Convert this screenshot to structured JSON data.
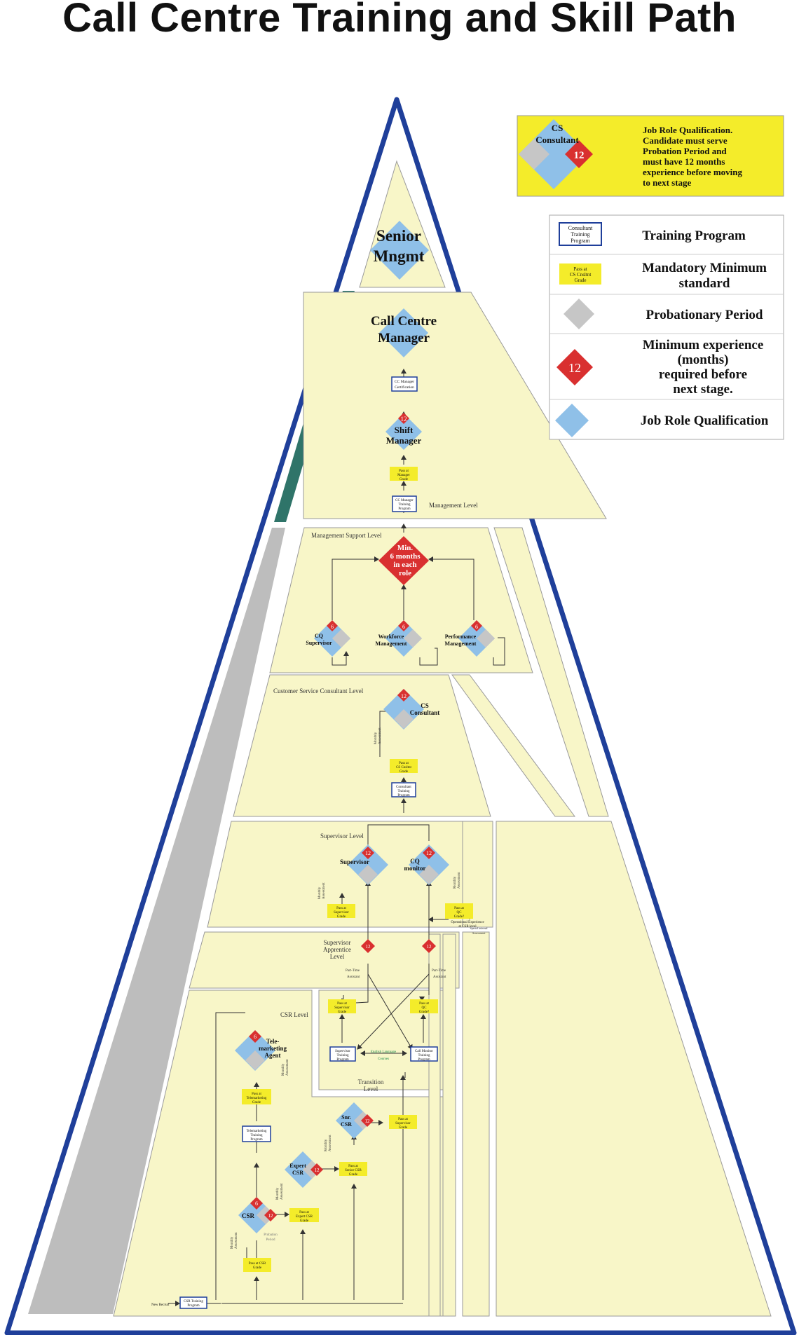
{
  "title": "Call Centre Training and Skill Path",
  "colors": {
    "outline": "#1f3f9a",
    "tier_fill": "#f8f6c8",
    "qualification": "#8fc0e8",
    "experience": "#d93030",
    "probation": "#c6c6c6",
    "standard": "#f4ec2a",
    "management_band": "#2f7469",
    "support_band": "#bdbdbd"
  },
  "key_box": {
    "role_line1": "CS",
    "role_line2": "Consultant",
    "months": "12",
    "description_lines": [
      "Job Role Qualification.",
      "Candidate must serve",
      "Probation Period and",
      "must have 12 months",
      "experience before moving",
      "to next stage"
    ]
  },
  "legend": {
    "training_sample_lines": [
      "Consultant",
      "Training",
      "Program"
    ],
    "standard_sample_lines": [
      "Pass at",
      "CS Cnsltnt",
      "Grade"
    ],
    "experience_sample": "12",
    "items": [
      {
        "lines": [
          "Training Program"
        ]
      },
      {
        "lines": [
          "Mandatory Minimum",
          "standard"
        ]
      },
      {
        "lines": [
          "Probationary Period"
        ]
      },
      {
        "lines": [
          "Minimum experience",
          "(months)",
          "required before",
          "next stage."
        ]
      },
      {
        "lines": [
          "Job Role Qualification"
        ]
      }
    ]
  },
  "levels": {
    "management": "Management Level",
    "management_support": "Management Support Level",
    "consultant": "Customer Service Consultant Level",
    "supervisor": "Supervisor Level",
    "apprentice_lines": [
      "Supervisor",
      "Apprentice",
      "Level"
    ],
    "csr": "CSR Level",
    "transition_lines": [
      "Transition",
      "Level"
    ]
  },
  "roles": {
    "senior_lines": [
      "Senior",
      "Mngmt"
    ],
    "ccm_lines": [
      "Call Centre",
      "Manager"
    ],
    "shift_lines": [
      "Shift",
      "Manager"
    ],
    "min_months_lines": [
      "Min.",
      "6 months",
      "in each",
      "role"
    ],
    "cq_supervisor_lines": [
      "CQ",
      "Supervisor"
    ],
    "workforce_lines": [
      "Workforce",
      "Management"
    ],
    "performance_lines": [
      "Performance",
      "Management"
    ],
    "cs_consultant_lines": [
      "CS",
      "Consultant"
    ],
    "supervisor": "Supervisor",
    "cq_monitor_lines": [
      "CQ",
      "monitor"
    ],
    "telemarketing_lines": [
      "Tele-",
      "marketing",
      "Agent"
    ],
    "snr_csr_lines": [
      "Snr.",
      "CSR"
    ],
    "expert_csr_lines": [
      "Expert",
      "CSR"
    ],
    "csr": "CSR"
  },
  "badges": {
    "shift": "12",
    "cq_supervisor": "6",
    "workforce": "6",
    "performance": "6",
    "cs_consultant": "12",
    "supervisor": "12",
    "cq_monitor": "12",
    "apprentice_left": "12",
    "apprentice_right": "12",
    "telemarketing": "6",
    "snr_csr": "12",
    "expert_csr": "12",
    "csr_top": "6",
    "csr_side": "12"
  },
  "programs": {
    "cc_manager_cert_lines": [
      "CC Manager",
      "Certification"
    ],
    "cc_manager_training_lines": [
      "CC Manager",
      "Training",
      "Program"
    ],
    "consultant_training_lines": [
      "Consultant",
      "Training",
      "Program"
    ],
    "supervisor_training_lines": [
      "Supervisor",
      "Training",
      "Program"
    ],
    "call_monitor_training_lines": [
      "Call Monitor",
      "Training",
      "Program"
    ],
    "telemarketing_training_lines": [
      "Telemarketing",
      "Training",
      "Program"
    ],
    "csr_training_lines": [
      "CSR Training",
      "Program"
    ]
  },
  "standards": {
    "manager_grade_lines": [
      "Pass at",
      "Manager",
      "Grade"
    ],
    "cs_cnsltnt_grade_lines": [
      "Pass at",
      "CS Cnsltnt",
      "Grade"
    ],
    "supervisor_grade_lines": [
      "Pass at",
      "Supervisor",
      "Grade"
    ],
    "qc_grade_lines": [
      "Pass at",
      "QC",
      "Grade?"
    ],
    "telemarketing_grade_lines": [
      "Pass at",
      "Telemarketing",
      "Grade"
    ],
    "snr_csr_grade_lines": [
      "Pass at",
      "Senior CSR",
      "Grade"
    ],
    "expert_csr_grade_lines": [
      "Pass at",
      "Expert CSR",
      "Grade"
    ],
    "csr_grade_lines": [
      "Pass at CSR",
      "Grade"
    ]
  },
  "annotations": {
    "monthly_assessment_lines": [
      "Monthly",
      "Assessment"
    ],
    "part_time_assistant_lines": [
      "Part-Time",
      "Assistant"
    ],
    "english_courses_lines": [
      "English Language",
      "Courses"
    ],
    "operational_experience_lines": [
      "Operational Experience",
      "at CSR level"
    ],
    "special_assessment_lines": [
      "Special internal",
      "Assessment"
    ],
    "probation_period_lines": [
      "Probation",
      "Period"
    ],
    "new_recruit": "New Recruit"
  }
}
